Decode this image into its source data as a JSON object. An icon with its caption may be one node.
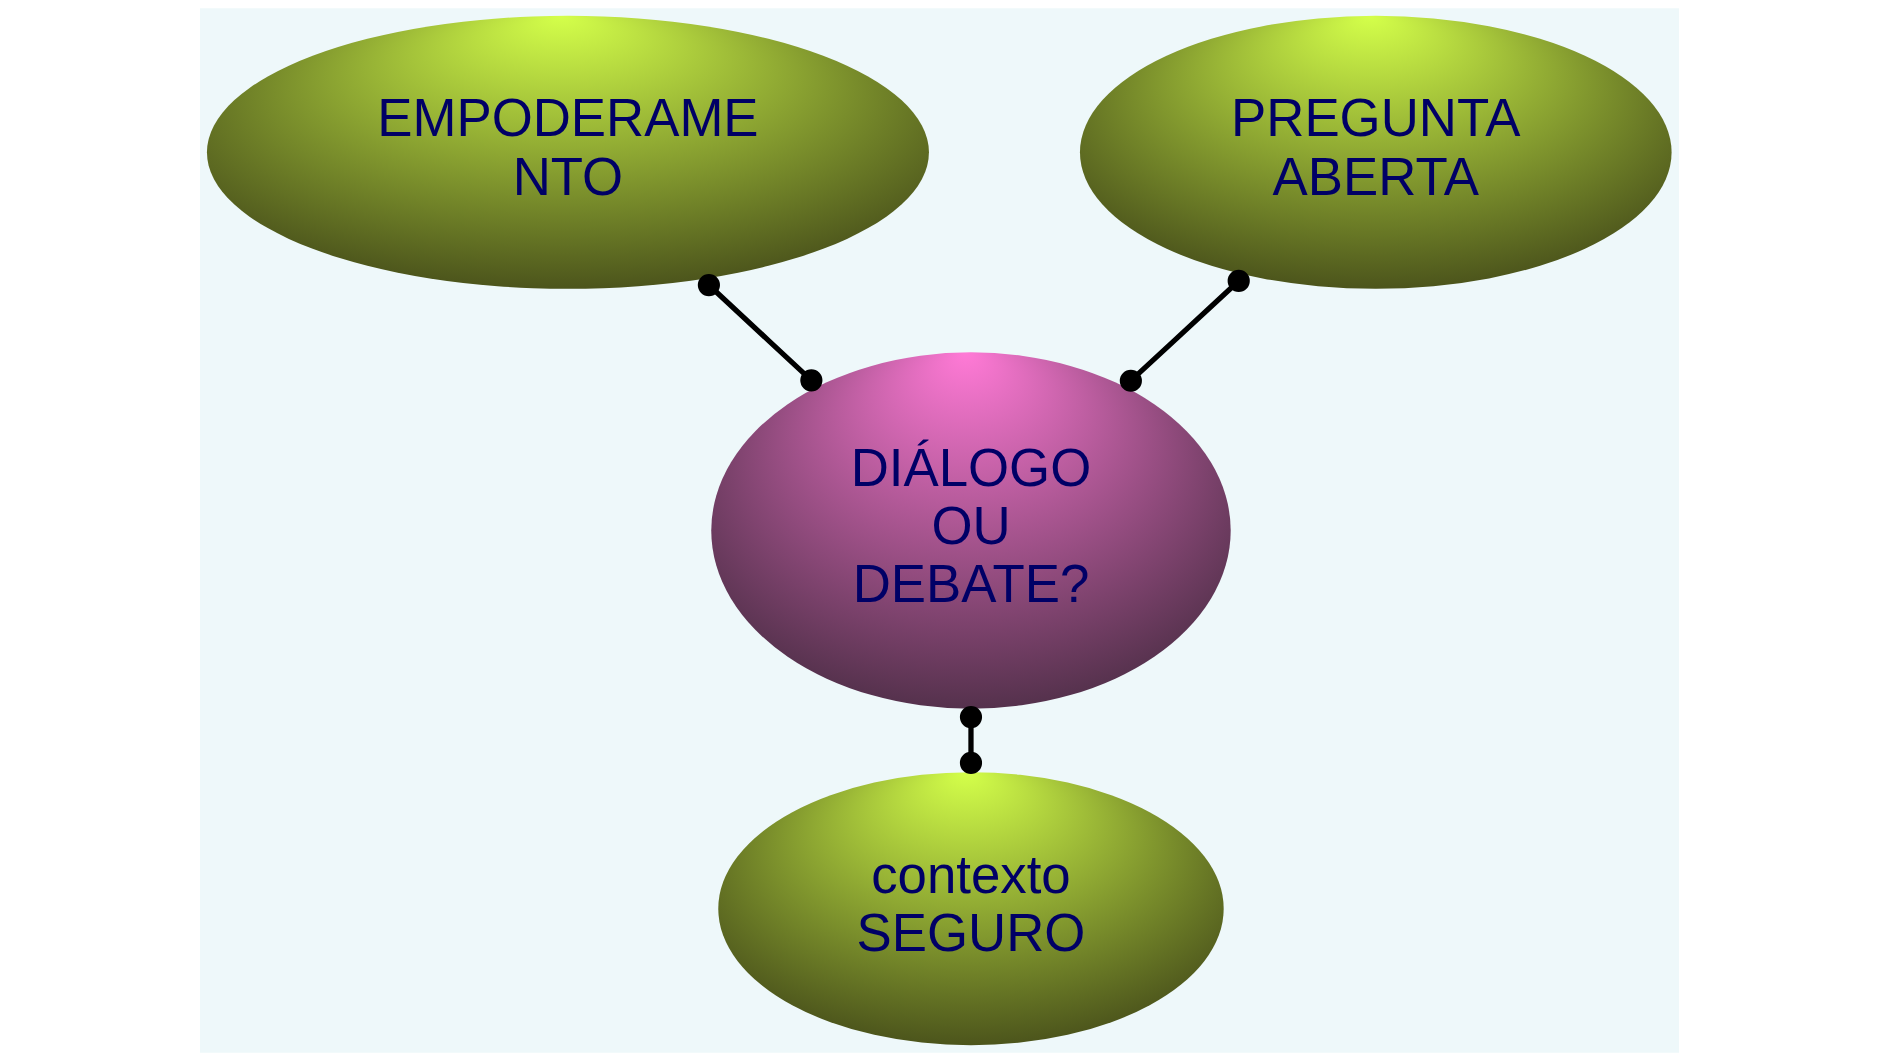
{
  "diagram": {
    "nodes": [
      {
        "text": [
          "EMPODERAME NTO"
        ]
      },
      {
        "text": [
          "PREGUNTA ABERTA"
        ]
      },
      {
        "text": [
          "DIÁLOGO OU DEBATE?"
        ]
      },
      {
        "text": [
          "contexto SEGURO"
        ]
      }
    ],
    "edges": [
      {
        "from": 0,
        "to": 2,
        "arrow": "other"
      },
      {
        "from": 1,
        "to": 2,
        "arrow": "other"
      },
      {
        "from": 2,
        "to": 3,
        "arrow": "other"
      }
    ]
  }
}
